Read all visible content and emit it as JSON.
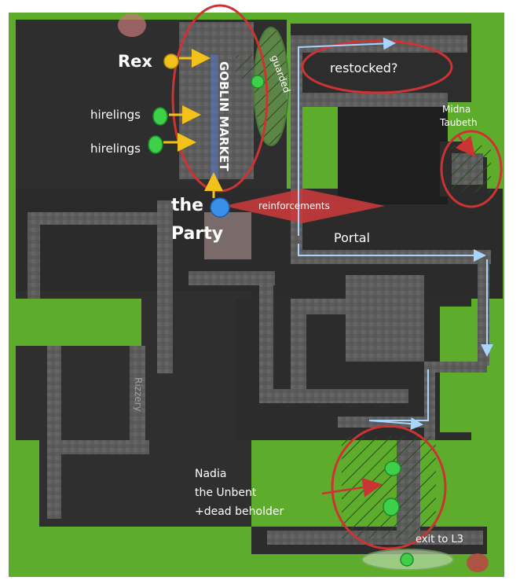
{
  "map": {
    "labels": {
      "rex": "Rex",
      "goblin_market": "GOBLIN MARKET",
      "guarded": "guarded",
      "hirelings_1": "hirelings",
      "hirelings_2": "hirelings",
      "the": "the",
      "party": "Party",
      "reinforcements": "reinforcements",
      "restocked": "restocked?",
      "midna": "Midna",
      "taubeth": "Taubeth",
      "portal": "Portal",
      "rizzery": "Rizzery",
      "nadia_1": "Nadia",
      "nadia_2": "the Unbent",
      "nadia_3": "+dead beholder",
      "exit": "exit to L3"
    },
    "colors": {
      "background": "#5dac2b",
      "wall": "#3a3a3a",
      "floor": "#6a6a6a",
      "dark_room": "#2a2a2a",
      "annotation_red": "#cc3333",
      "route_blue": "#a8d4ff",
      "token_green": "#3fd04a",
      "token_yellow": "#f2c21a",
      "token_blue": "#3a8fe8"
    }
  }
}
